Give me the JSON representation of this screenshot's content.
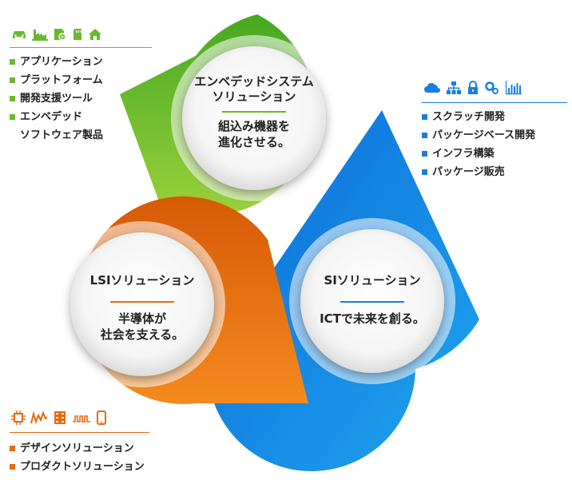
{
  "colors": {
    "green": "#6ab92c",
    "blue": "#1a7de0",
    "orange": "#e86a10",
    "text": "#222222"
  },
  "segments": {
    "embedded": {
      "title_line1": "エンベデッドシステム",
      "title_line2": "ソリューション",
      "sub_line1": "組込み機器を",
      "sub_line2": "進化させる。",
      "icons": [
        "car-icon",
        "factory-icon",
        "media-icon",
        "memory-card-icon",
        "home-icon"
      ],
      "items": [
        "アプリケーション",
        "プラットフォーム",
        "開発支援ツール",
        "エンベデッド"
      ],
      "item_continuation": "ソフトウェア製品"
    },
    "si": {
      "title": "SIソリューション",
      "sub": "ICTで未来を創る。",
      "icons": [
        "cloud-icon",
        "network-icon",
        "lock-icon",
        "gears-icon",
        "bar-chart-icon"
      ],
      "items": [
        "スクラッチ開発",
        "パッケージベース開発",
        "インフラ構築",
        "パッケージ販売"
      ]
    },
    "lsi": {
      "title": "LSIソリューション",
      "sub_line1": "半導体が",
      "sub_line2": "社会を支える。",
      "icons": [
        "chip-icon",
        "waveform-icon",
        "circuit-board-icon",
        "signal-pulse-icon",
        "smartphone-icon"
      ],
      "items": [
        "デザインソリューション",
        "プロダクトソリューション"
      ]
    }
  }
}
